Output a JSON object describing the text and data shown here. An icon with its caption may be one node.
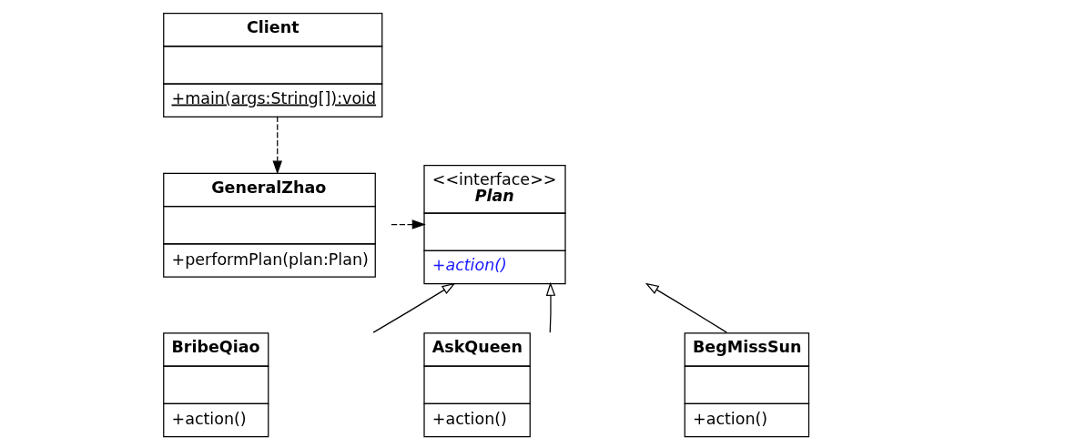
{
  "diagram": {
    "nodes": [
      {
        "text": [
          "Client",
          "+main(args:String[]):void"
        ]
      },
      {
        "text": [
          "GeneralZhao",
          "+performPlan(plan:Plan)"
        ]
      },
      {
        "text": [
          "<<interface>>",
          "Plan",
          "+action()"
        ]
      },
      {
        "text": [
          "BribeQiao",
          "+action()"
        ]
      },
      {
        "text": [
          "AskQueen",
          "+action()"
        ]
      },
      {
        "text": [
          "BegMissSun",
          "+action()"
        ]
      }
    ],
    "edges": [
      {
        "from": 0,
        "to": 1,
        "arrow": "to",
        "style": "dashed"
      },
      {
        "from": 1,
        "to": 2,
        "arrow": "to",
        "style": "dashed"
      },
      {
        "from": 3,
        "to": 2,
        "arrow": "to"
      },
      {
        "from": 4,
        "to": 2,
        "arrow": "to"
      },
      {
        "from": 5,
        "to": 2,
        "arrow": "to"
      }
    ]
  }
}
